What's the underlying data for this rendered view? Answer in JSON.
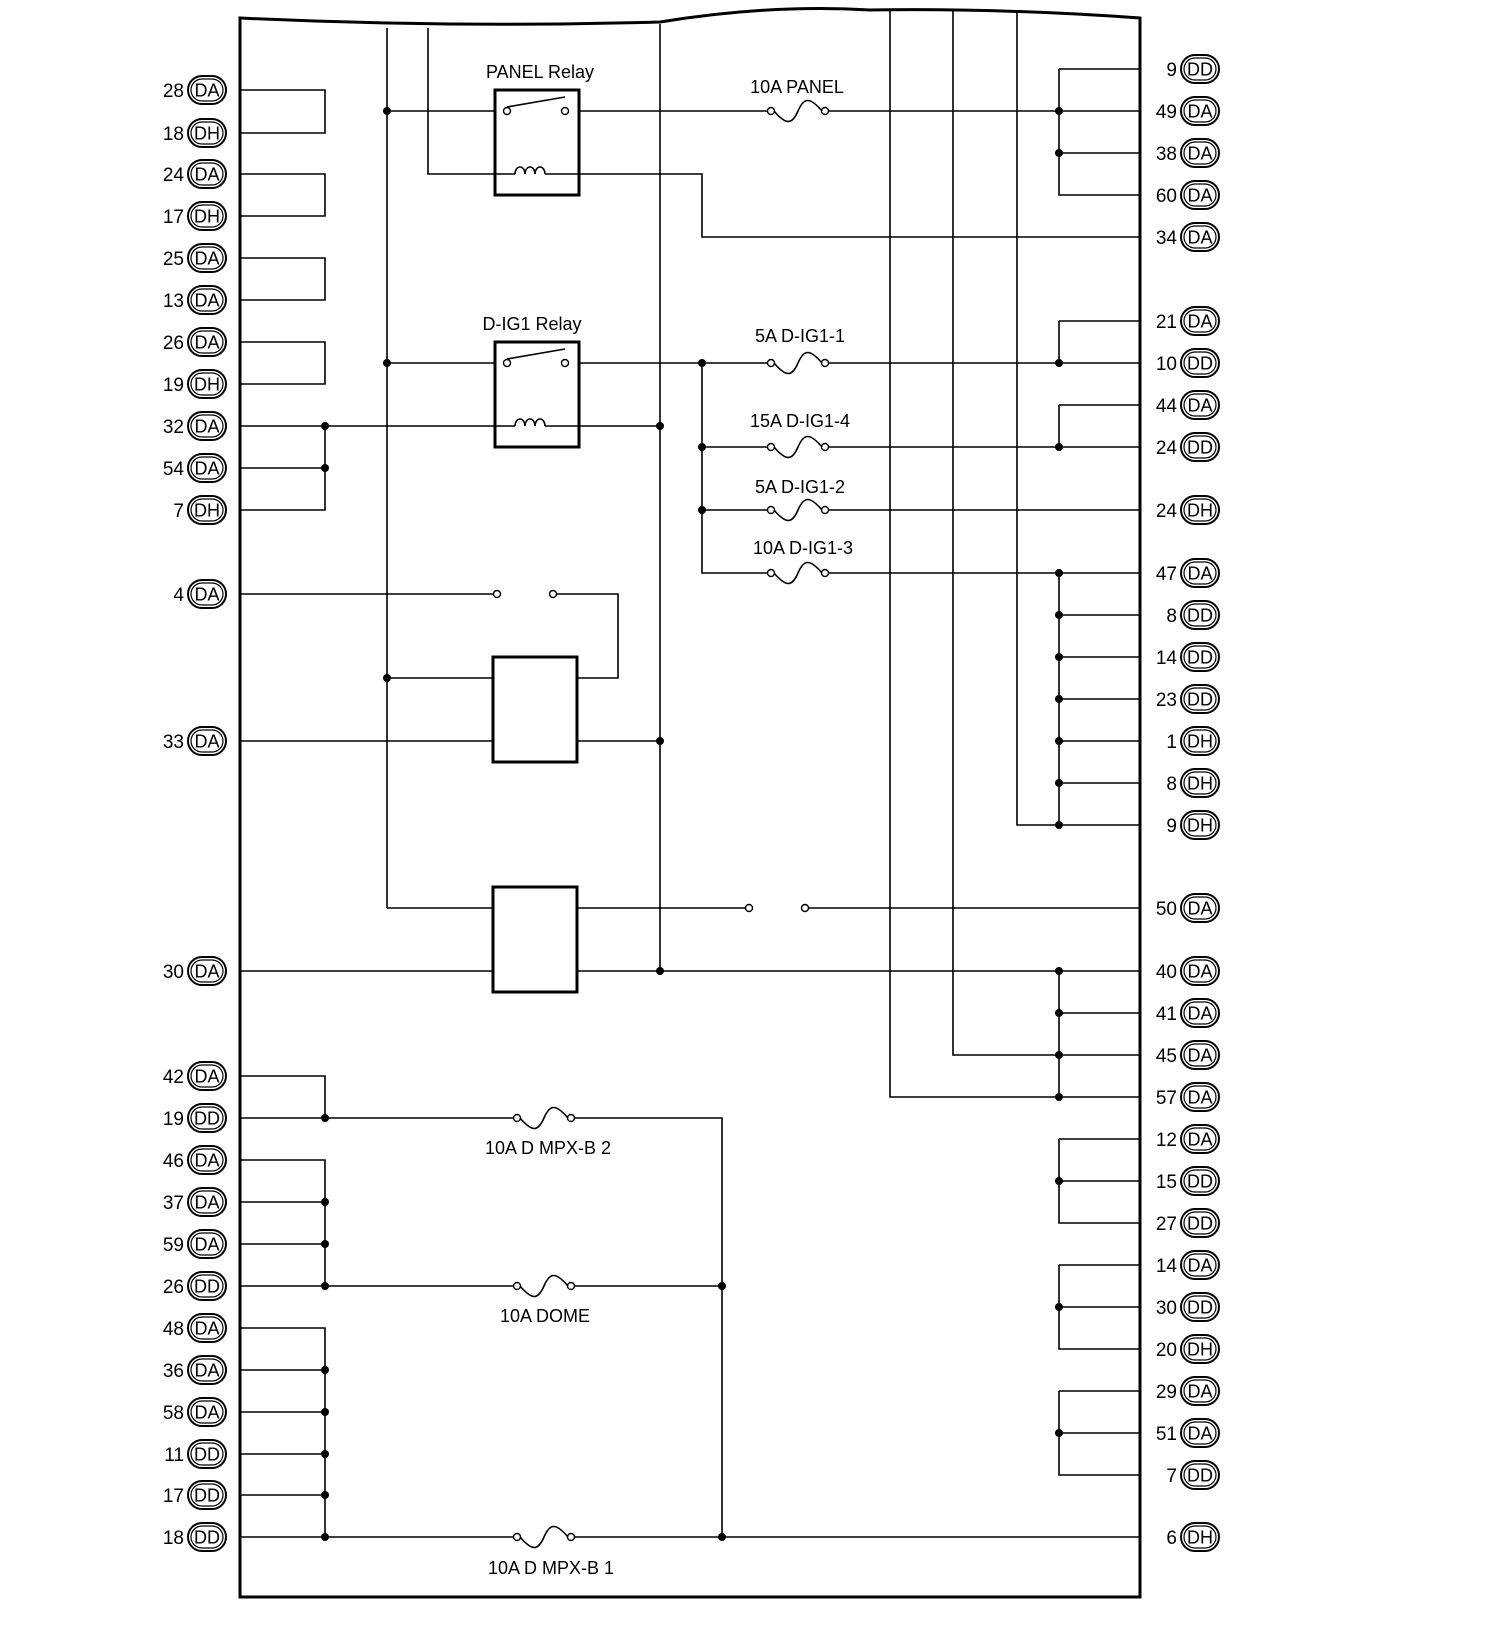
{
  "left_pins": [
    {
      "num": "28",
      "conn": "DA"
    },
    {
      "num": "18",
      "conn": "DH"
    },
    {
      "num": "24",
      "conn": "DA"
    },
    {
      "num": "17",
      "conn": "DH"
    },
    {
      "num": "25",
      "conn": "DA"
    },
    {
      "num": "13",
      "conn": "DA"
    },
    {
      "num": "26",
      "conn": "DA"
    },
    {
      "num": "19",
      "conn": "DH"
    },
    {
      "num": "32",
      "conn": "DA"
    },
    {
      "num": "54",
      "conn": "DA"
    },
    {
      "num": "7",
      "conn": "DH"
    },
    {
      "num": "4",
      "conn": "DA"
    },
    {
      "num": "33",
      "conn": "DA"
    },
    {
      "num": "30",
      "conn": "DA"
    },
    {
      "num": "42",
      "conn": "DA"
    },
    {
      "num": "19",
      "conn": "DD"
    },
    {
      "num": "46",
      "conn": "DA"
    },
    {
      "num": "37",
      "conn": "DA"
    },
    {
      "num": "59",
      "conn": "DA"
    },
    {
      "num": "26",
      "conn": "DD"
    },
    {
      "num": "48",
      "conn": "DA"
    },
    {
      "num": "36",
      "conn": "DA"
    },
    {
      "num": "58",
      "conn": "DA"
    },
    {
      "num": "11",
      "conn": "DD"
    },
    {
      "num": "17",
      "conn": "DD"
    },
    {
      "num": "18",
      "conn": "DD"
    }
  ],
  "right_pins": [
    {
      "num": "9",
      "conn": "DD"
    },
    {
      "num": "49",
      "conn": "DA"
    },
    {
      "num": "38",
      "conn": "DA"
    },
    {
      "num": "60",
      "conn": "DA"
    },
    {
      "num": "34",
      "conn": "DA"
    },
    {
      "num": "21",
      "conn": "DA"
    },
    {
      "num": "10",
      "conn": "DD"
    },
    {
      "num": "44",
      "conn": "DA"
    },
    {
      "num": "24",
      "conn": "DD"
    },
    {
      "num": "24",
      "conn": "DH"
    },
    {
      "num": "47",
      "conn": "DA"
    },
    {
      "num": "8",
      "conn": "DD"
    },
    {
      "num": "14",
      "conn": "DD"
    },
    {
      "num": "23",
      "conn": "DD"
    },
    {
      "num": "1",
      "conn": "DH"
    },
    {
      "num": "8",
      "conn": "DH"
    },
    {
      "num": "9",
      "conn": "DH"
    },
    {
      "num": "50",
      "conn": "DA"
    },
    {
      "num": "40",
      "conn": "DA"
    },
    {
      "num": "41",
      "conn": "DA"
    },
    {
      "num": "45",
      "conn": "DA"
    },
    {
      "num": "57",
      "conn": "DA"
    },
    {
      "num": "12",
      "conn": "DA"
    },
    {
      "num": "15",
      "conn": "DD"
    },
    {
      "num": "27",
      "conn": "DD"
    },
    {
      "num": "14",
      "conn": "DA"
    },
    {
      "num": "30",
      "conn": "DD"
    },
    {
      "num": "20",
      "conn": "DH"
    },
    {
      "num": "29",
      "conn": "DA"
    },
    {
      "num": "51",
      "conn": "DA"
    },
    {
      "num": "7",
      "conn": "DD"
    },
    {
      "num": "6",
      "conn": "DH"
    }
  ],
  "relays": {
    "panel": "PANEL Relay",
    "dig1": "D-IG1 Relay"
  },
  "fuses": {
    "panel": "10A PANEL",
    "dig1_1": "5A D-IG1-1",
    "dig1_4": "15A D-IG1-4",
    "dig1_2": "5A D-IG1-2",
    "dig1_3": "10A D-IG1-3",
    "mpx_b2": "10A D MPX-B 2",
    "dome": "10A DOME",
    "mpx_b1": "10A D MPX-B 1"
  }
}
